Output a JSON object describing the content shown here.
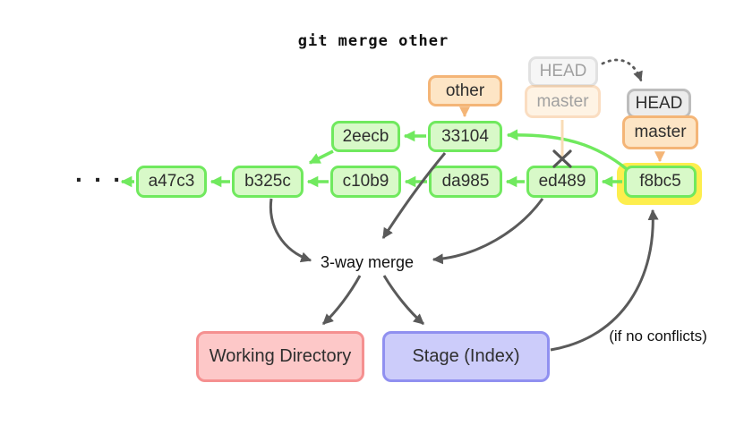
{
  "title": "git merge other",
  "diagram": {
    "ellipsis": "· · ·",
    "commits": [
      {
        "id": "a47c3"
      },
      {
        "id": "b325c"
      },
      {
        "id": "c10b9"
      },
      {
        "id": "da985"
      },
      {
        "id": "ed489"
      },
      {
        "id": "f8bc5"
      },
      {
        "id": "2eecb"
      },
      {
        "id": "33104"
      }
    ],
    "refs": {
      "other": "other",
      "old_head": "HEAD",
      "old_master": "master",
      "new_head": "HEAD",
      "new_master": "master"
    },
    "labels": {
      "three_way_merge": "3-way merge",
      "if_no_conflicts": "(if no conflicts)"
    },
    "targets": {
      "working_directory": "Working Directory",
      "stage": "Stage (Index)"
    }
  },
  "colors": {
    "commit_fill": "#d8f9c8",
    "commit_border": "#70e95e",
    "ref_orange_fill": "#fde5c5",
    "ref_orange_border": "#f4b577",
    "head_fill": "#ececec",
    "head_border": "#bdbdbd",
    "highlight_yellow": "#fdee4e",
    "working_dir_fill": "#fdc8c8",
    "working_dir_border": "#f59090",
    "stage_fill": "#ccccfa",
    "stage_border": "#9090f0",
    "arrow_green": "#70e95e",
    "arrow_orange": "#f4b577",
    "arrow_dark": "#5a5a5a"
  }
}
